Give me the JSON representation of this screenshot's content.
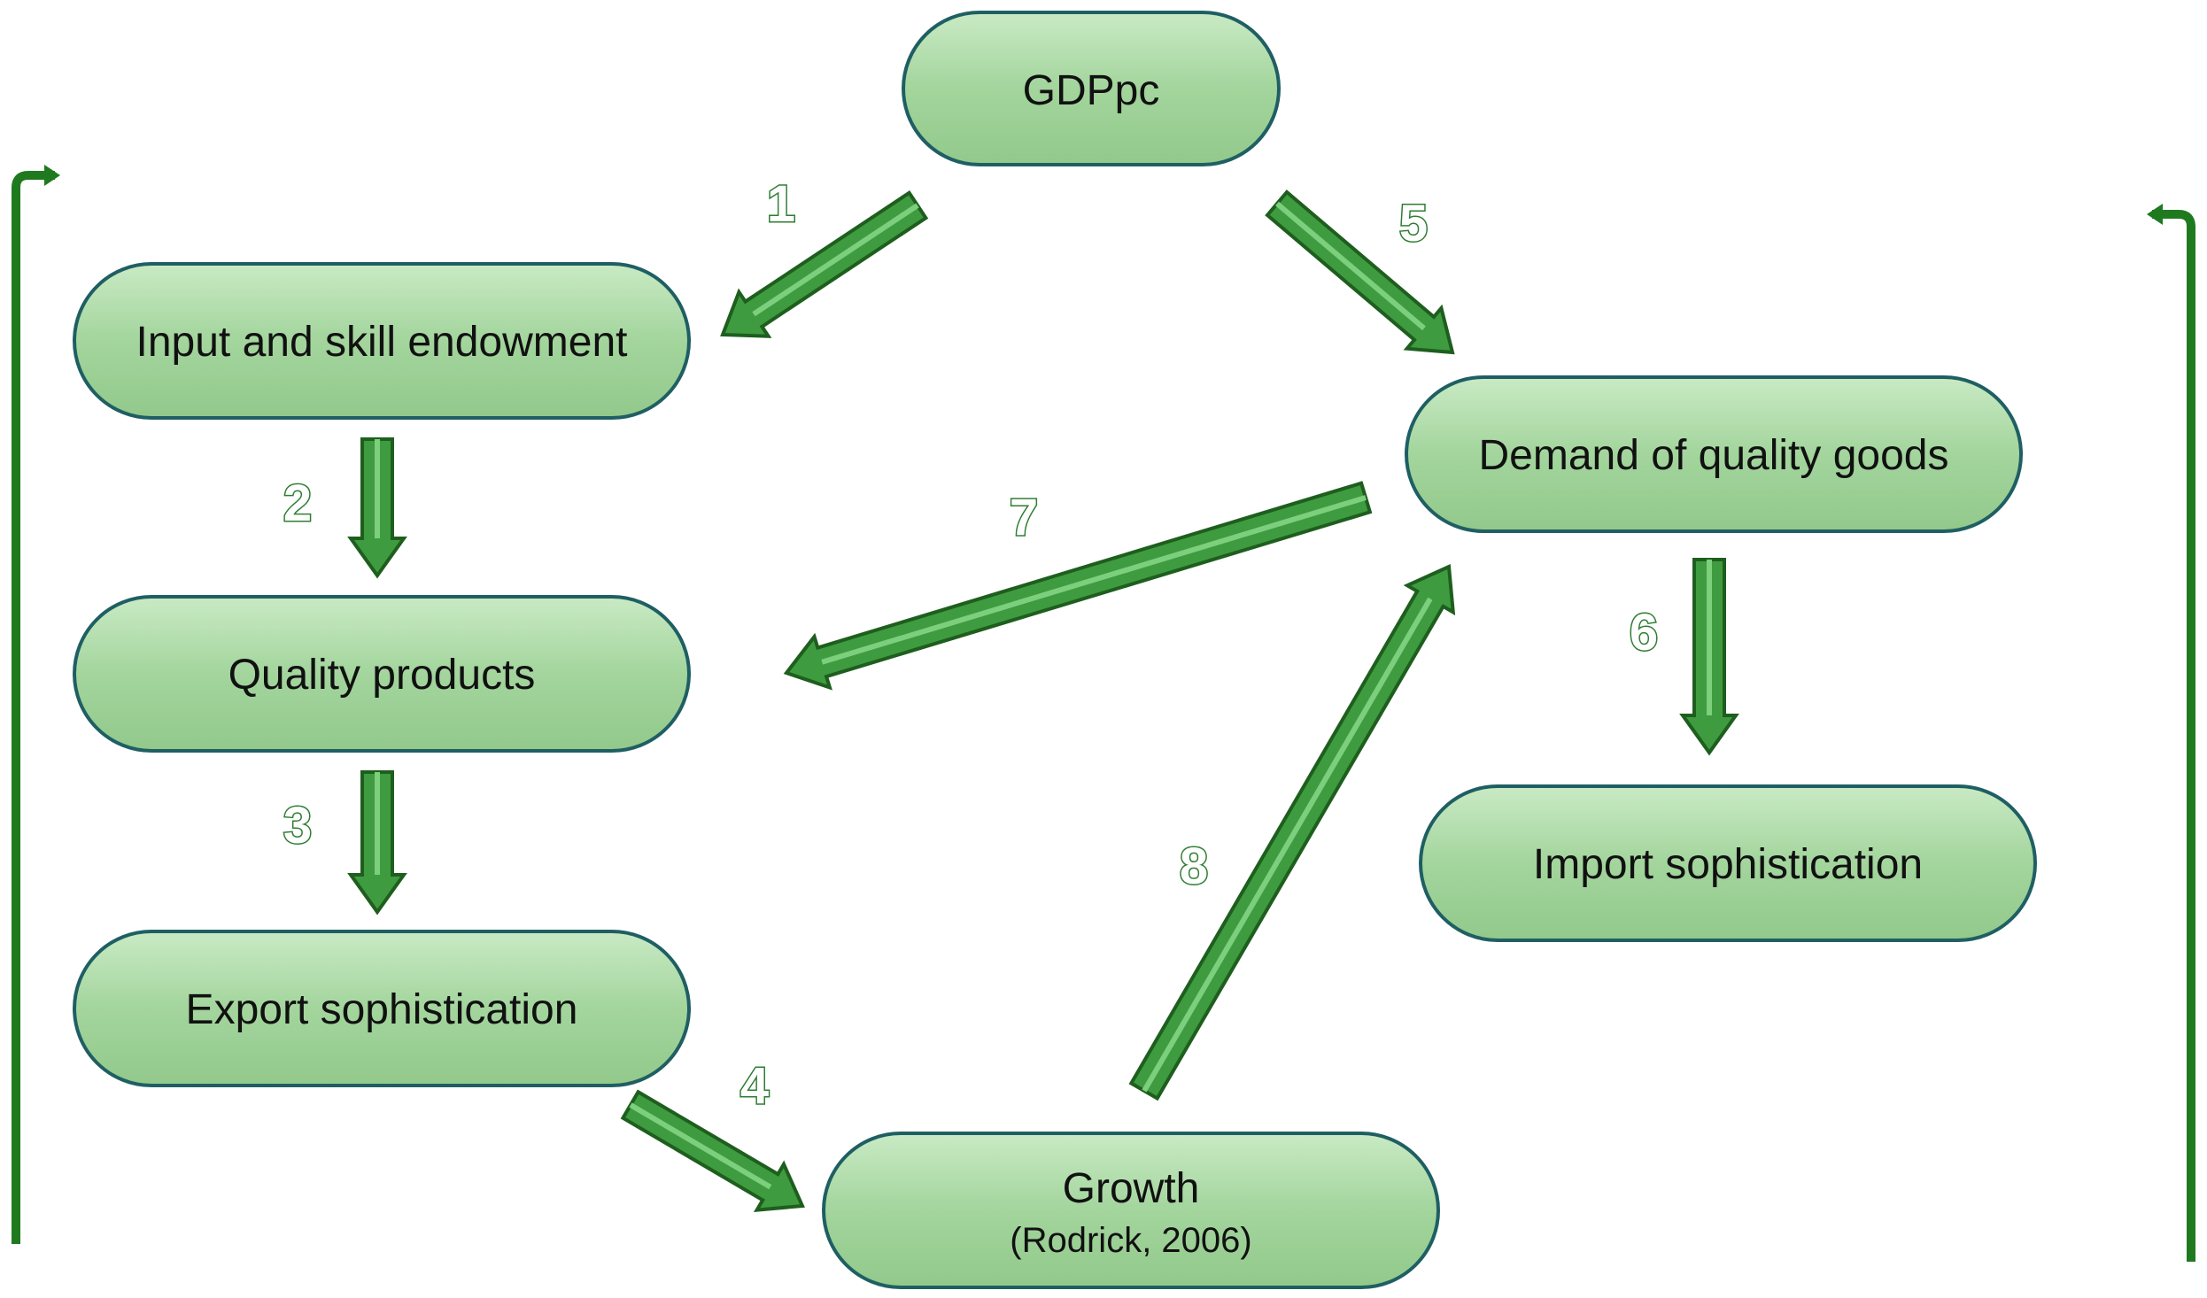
{
  "nodes": {
    "gdppc": "GDPpc",
    "input": "Input and skill endowment",
    "quality": "Quality products",
    "export": "Export sophistication",
    "growth": "Growth",
    "growth_sub": "(Rodrick, 2006)",
    "demand": "Demand of quality goods",
    "import": "Import sophistication"
  },
  "arrows": {
    "a1": "1",
    "a2": "2",
    "a3": "3",
    "a4": "4",
    "a5": "5",
    "a6": "6",
    "a7": "7",
    "a8": "8"
  },
  "colors": {
    "node_fill": "#a5d6a0",
    "node_stroke": "#1f5f63",
    "arrow_fill": "#3f9b3f",
    "arrow_stroke": "#1e5e1e",
    "feedback_line": "#1f7a1f"
  }
}
